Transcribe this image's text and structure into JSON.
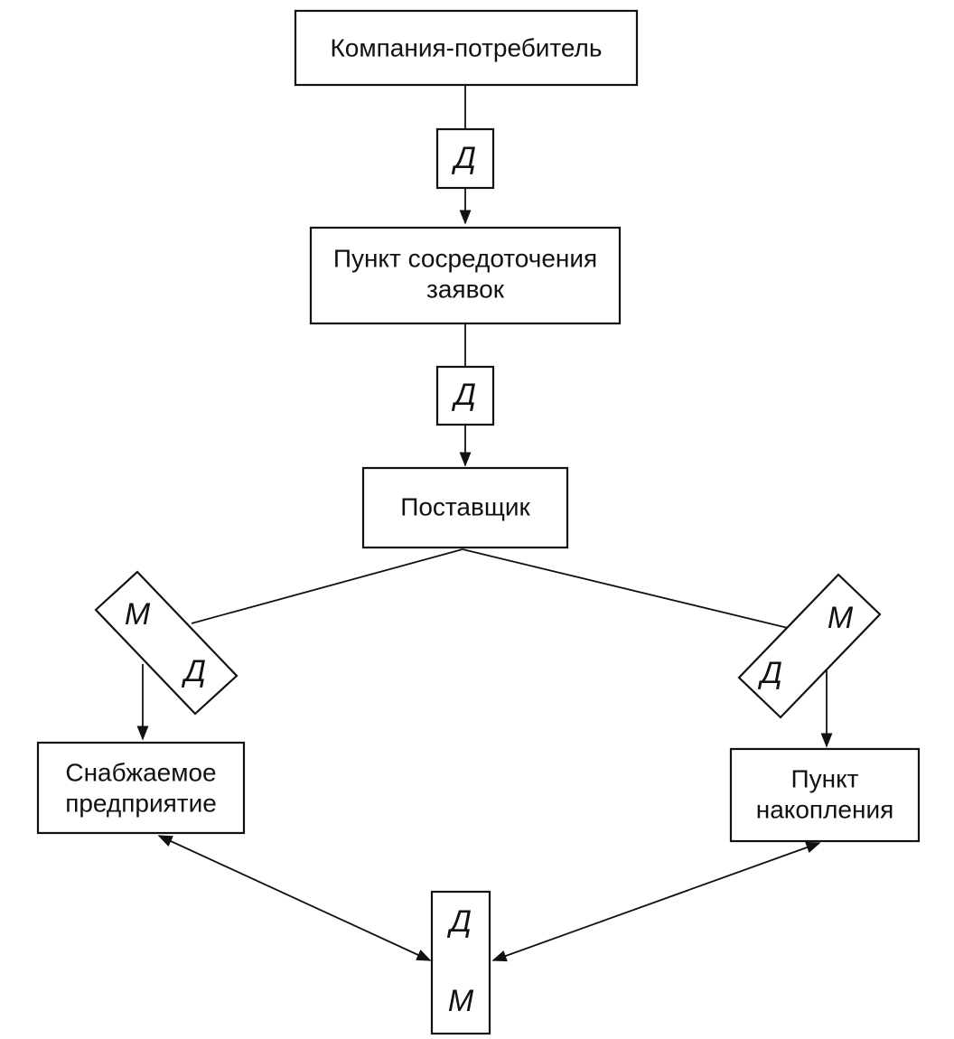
{
  "nodes": {
    "consumer": {
      "line1": "Компания-потребитель"
    },
    "orders": {
      "line1": "Пункт сосредоточения",
      "line2": "заявок"
    },
    "supplier": {
      "line1": "Поставщик"
    },
    "enterprise": {
      "line1": "Снабжаемое",
      "line2": "предприятие"
    },
    "storage": {
      "line1": "Пункт",
      "line2": "накопления"
    }
  },
  "tags": {
    "d1": "Д",
    "d2": "Д",
    "left_m": "М",
    "left_d": "Д",
    "right_m": "М",
    "right_d": "Д",
    "bottom_d": "Д",
    "bottom_m": "М"
  },
  "colors": {
    "ink": "#111111",
    "paper": "#ffffff"
  }
}
